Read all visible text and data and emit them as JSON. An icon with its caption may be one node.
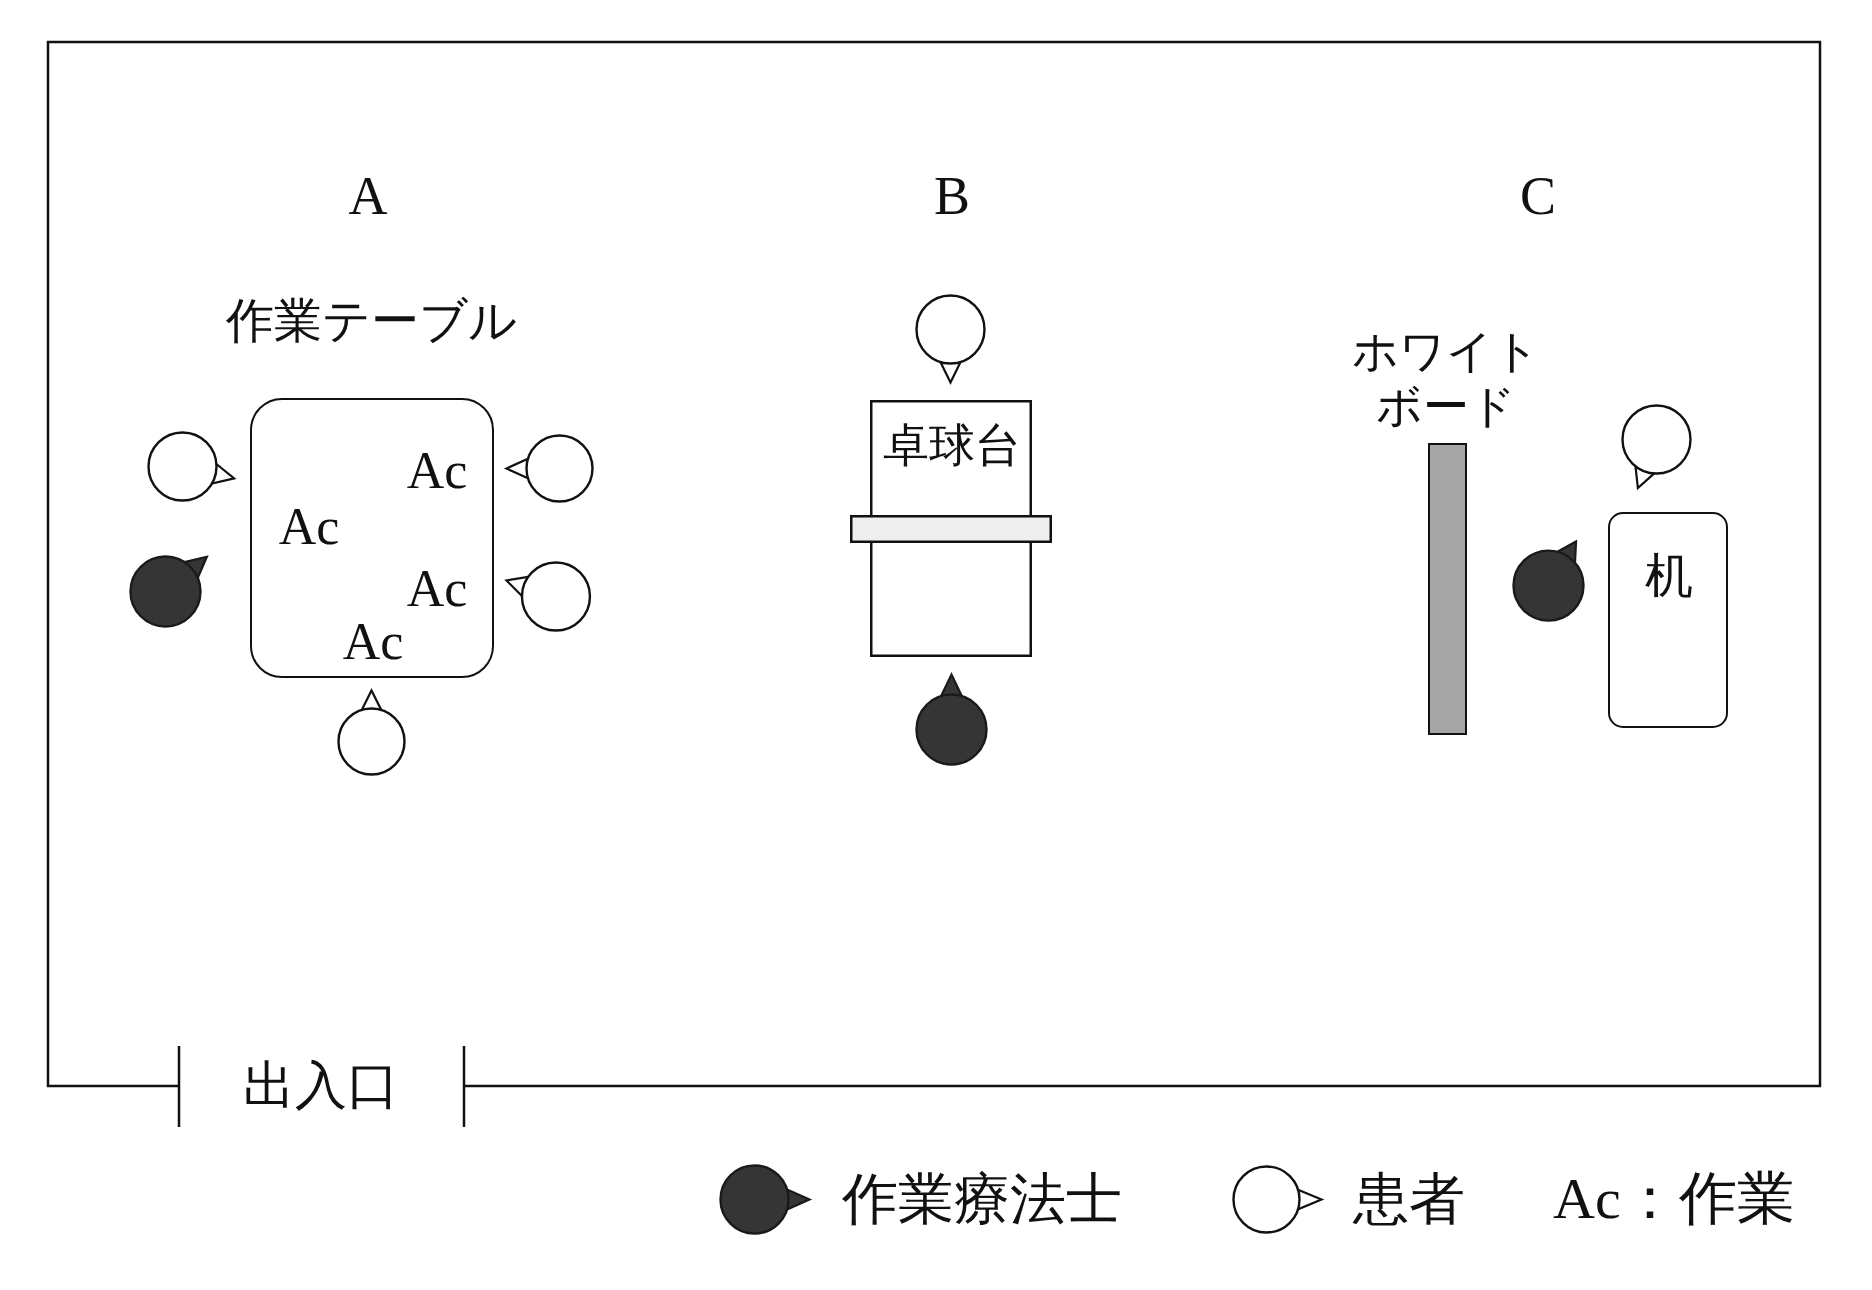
{
  "diagram": {
    "nodes": [
      {
        "text": [
          "作業テーブル",
          "Ac",
          "Ac",
          "Ac",
          "Ac"
        ]
      },
      {
        "text": [
          "卓球台"
        ]
      },
      {
        "text": [
          "ホワイトボード"
        ]
      },
      {
        "text": [
          "机"
        ]
      }
    ],
    "labels": [
      "A",
      "B",
      "C",
      "出入口"
    ],
    "legend": [
      {
        "text": "作業療法士"
      },
      {
        "text": "患者"
      },
      {
        "text": "Ac：作業"
      }
    ]
  }
}
